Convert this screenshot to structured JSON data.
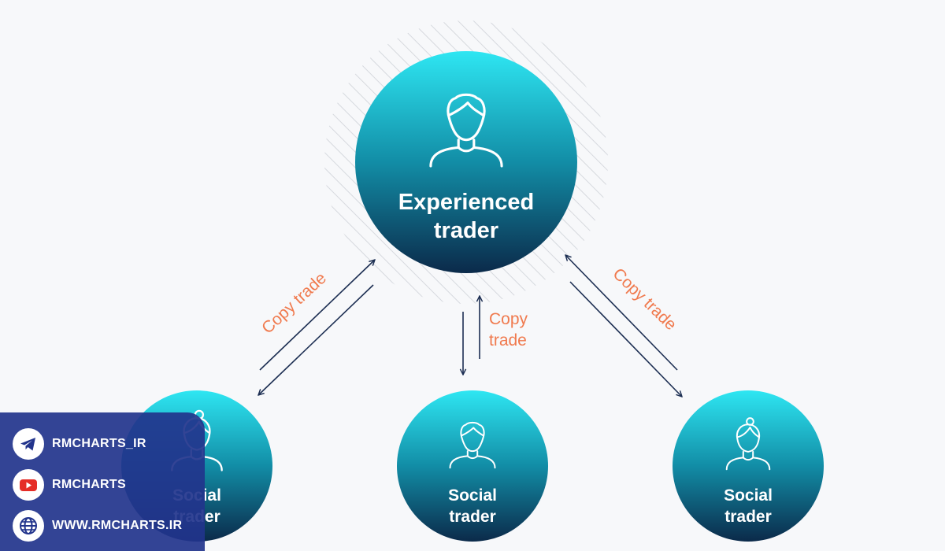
{
  "diagram": {
    "center_node": {
      "label_line1": "Experienced",
      "label_line2": "trader"
    },
    "nodes": [
      {
        "label_line1": "Social",
        "label_line2": "trader"
      },
      {
        "label_line1": "Social",
        "label_line2": "trader"
      },
      {
        "label_line1": "Social",
        "label_line2": "trader"
      }
    ],
    "edge_labels": {
      "left": "Copy trade",
      "center_line1": "Copy",
      "center_line2": "trade",
      "right": "Copy trade"
    },
    "colors": {
      "node_top": "#2ee6f2",
      "node_mid": "#128da6",
      "node_bottom": "#0b2a4a",
      "edge_label": "#f07a4e",
      "arrow": "#1c2e52"
    }
  },
  "watermark": {
    "items": [
      {
        "icon": "telegram-icon",
        "label": "RMCHARTS_IR"
      },
      {
        "icon": "youtube-icon",
        "label": "RMCHARTS"
      },
      {
        "icon": "globe-icon",
        "label": "WWW.RMCHARTS.IR"
      }
    ]
  }
}
